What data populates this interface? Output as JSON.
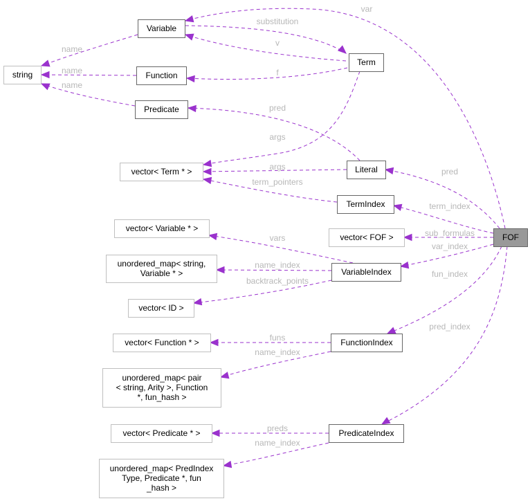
{
  "diagram": {
    "title": "FOF collaboration graph",
    "colors": {
      "edge": "#9a32cd",
      "edge_label": "#b7b7b7",
      "documented_border": "#666666",
      "external_border": "#bfbfbf",
      "focus_fill": "#999999"
    },
    "nodes": {
      "fof": {
        "lines": [
          "FOF"
        ],
        "kind": "focus"
      },
      "variable": {
        "lines": [
          "Variable"
        ],
        "kind": "documented"
      },
      "string": {
        "lines": [
          "string"
        ],
        "kind": "external"
      },
      "function": {
        "lines": [
          "Function"
        ],
        "kind": "documented"
      },
      "predicate": {
        "lines": [
          "Predicate"
        ],
        "kind": "documented"
      },
      "term": {
        "lines": [
          "Term"
        ],
        "kind": "documented"
      },
      "vector_term": {
        "lines": [
          "vector< Term * >"
        ],
        "kind": "external"
      },
      "literal": {
        "lines": [
          "Literal"
        ],
        "kind": "documented"
      },
      "term_index": {
        "lines": [
          "TermIndex"
        ],
        "kind": "documented"
      },
      "vector_fof": {
        "lines": [
          "vector< FOF >"
        ],
        "kind": "external"
      },
      "vector_variable": {
        "lines": [
          "vector< Variable * >"
        ],
        "kind": "external"
      },
      "map_string_variable": {
        "lines": [
          "unordered_map< string,",
          "Variable * >"
        ],
        "kind": "external"
      },
      "variable_index": {
        "lines": [
          "VariableIndex"
        ],
        "kind": "documented"
      },
      "vector_id": {
        "lines": [
          "vector< ID >"
        ],
        "kind": "external"
      },
      "vector_function": {
        "lines": [
          "vector< Function * >"
        ],
        "kind": "external"
      },
      "function_index": {
        "lines": [
          "FunctionIndex"
        ],
        "kind": "documented"
      },
      "map_pair_function": {
        "lines": [
          "unordered_map< pair",
          "< string, Arity >, Function",
          "*, fun_hash >"
        ],
        "kind": "external"
      },
      "vector_predicate": {
        "lines": [
          "vector< Predicate * >"
        ],
        "kind": "external"
      },
      "predicate_index": {
        "lines": [
          "PredicateIndex"
        ],
        "kind": "documented"
      },
      "map_predindex": {
        "lines": [
          "unordered_map< PredIndex",
          "Type, Predicate *, fun",
          "_hash >"
        ],
        "kind": "external"
      }
    },
    "edges": [
      {
        "from": "variable",
        "to": "string",
        "label": "name"
      },
      {
        "from": "function",
        "to": "string",
        "label": "name"
      },
      {
        "from": "predicate",
        "to": "string",
        "label": "name"
      },
      {
        "from": "variable",
        "to": "term",
        "label": "substitution"
      },
      {
        "from": "term",
        "to": "variable",
        "label": "v"
      },
      {
        "from": "term",
        "to": "function",
        "label": "f"
      },
      {
        "from": "fof",
        "to": "variable",
        "label": "var"
      },
      {
        "from": "literal",
        "to": "predicate",
        "label": "pred"
      },
      {
        "from": "term",
        "to": "vector_term",
        "label": "args"
      },
      {
        "from": "literal",
        "to": "vector_term",
        "label": "args"
      },
      {
        "from": "term_index",
        "to": "vector_term",
        "label": "term_pointers"
      },
      {
        "from": "fof",
        "to": "literal",
        "label": "pred"
      },
      {
        "from": "fof",
        "to": "term_index",
        "label": "term_index"
      },
      {
        "from": "fof",
        "to": "vector_fof",
        "label": "sub_formulas"
      },
      {
        "from": "fof",
        "to": "variable_index",
        "label": "var_index"
      },
      {
        "from": "variable_index",
        "to": "vector_variable",
        "label": "vars"
      },
      {
        "from": "variable_index",
        "to": "map_string_variable",
        "label": "name_index"
      },
      {
        "from": "variable_index",
        "to": "vector_id",
        "label": "backtrack_points"
      },
      {
        "from": "fof",
        "to": "function_index",
        "label": "fun_index"
      },
      {
        "from": "function_index",
        "to": "vector_function",
        "label": "funs"
      },
      {
        "from": "function_index",
        "to": "map_pair_function",
        "label": "name_index"
      },
      {
        "from": "fof",
        "to": "predicate_index",
        "label": "pred_index"
      },
      {
        "from": "predicate_index",
        "to": "vector_predicate",
        "label": "preds"
      },
      {
        "from": "predicate_index",
        "to": "map_predindex",
        "label": "name_index"
      }
    ]
  }
}
